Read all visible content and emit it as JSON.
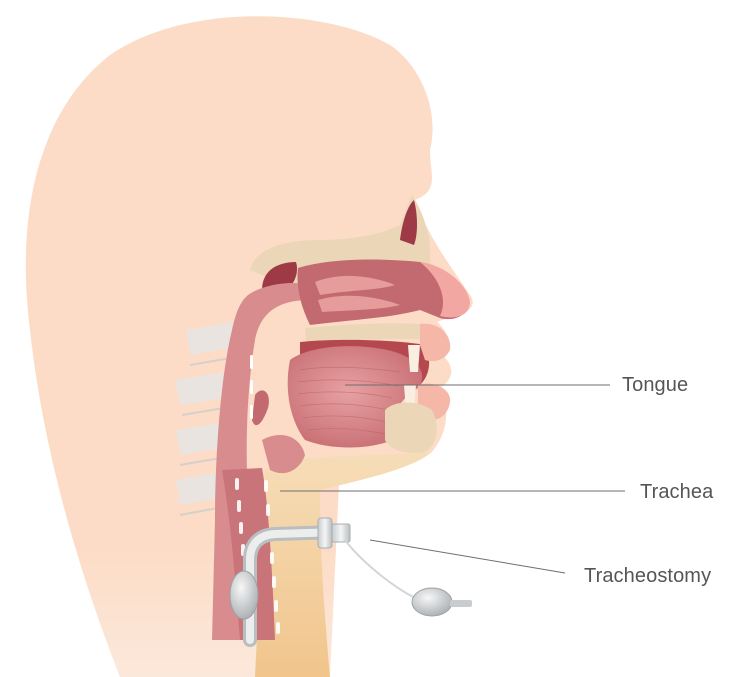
{
  "labels": {
    "tongue": "Tongue",
    "trachea": "Trachea",
    "tracheostomy": "Tracheostomy"
  },
  "colors": {
    "skin": "#FCDCC6",
    "muscle": "#D98C8E",
    "muscle_dark": "#C26A70",
    "airway": "#B5484F",
    "bone": "#EBD7B7",
    "neck_fat": "#F2CF96",
    "tube": "#D9DCDD",
    "leader_line": "#6E6E6E",
    "label_text": "#555555"
  },
  "icons": [
    "tracheostomy-tube",
    "cuff-balloon",
    "pilot-balloon"
  ]
}
